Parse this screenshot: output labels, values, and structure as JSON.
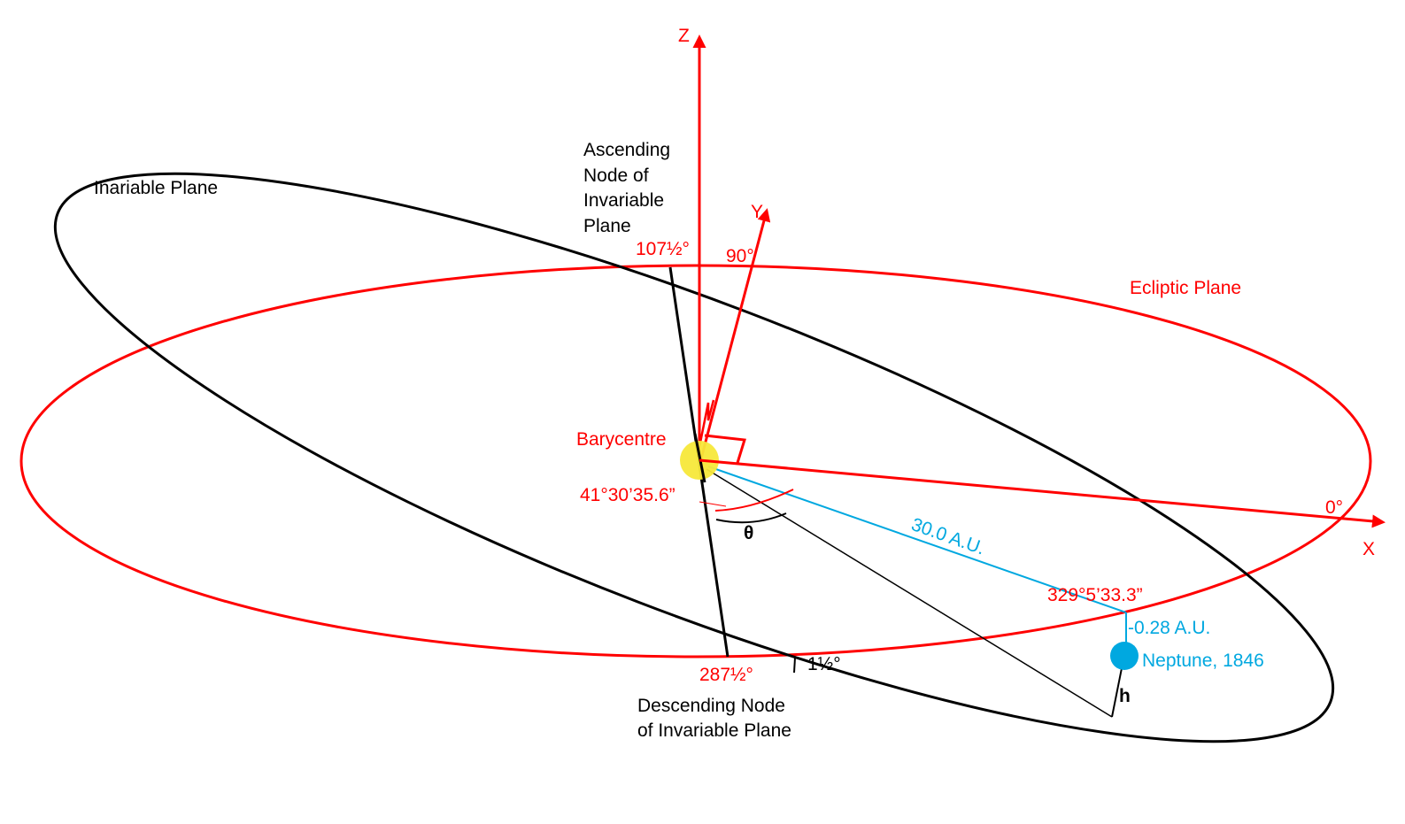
{
  "colors": {
    "ecliptic": "#ff0000",
    "invariable": "#000000",
    "neptune": "#00a8e0",
    "barycentre": "#f7e83a",
    "background": "#ffffff"
  },
  "axes": {
    "z_label": "Z",
    "y_label": "Y",
    "x_label": "X"
  },
  "planes": {
    "invariable_label": "Inariable Plane",
    "ecliptic_label": "Ecliptic Plane"
  },
  "nodes": {
    "ascending_line1": "Ascending",
    "ascending_line2": "Node of",
    "ascending_line3": "Invariable",
    "ascending_line4": "Plane",
    "ascending_angle": "107½°",
    "descending_line1": "Descending Node",
    "descending_line2": "of Invariable Plane",
    "descending_angle": "287½°",
    "inclination": "1½°"
  },
  "angles": {
    "y_axis": "90°",
    "x_axis": "0°",
    "barycentre_angle": "41°30’35.6”",
    "theta": "θ",
    "neptune_longitude": "329°5’33.3”"
  },
  "barycentre": {
    "label": "Barycentre"
  },
  "neptune": {
    "distance": "30.0 A.U.",
    "height": "-0.28 A.U.",
    "label": "Neptune, 1846",
    "h_label": "h"
  }
}
